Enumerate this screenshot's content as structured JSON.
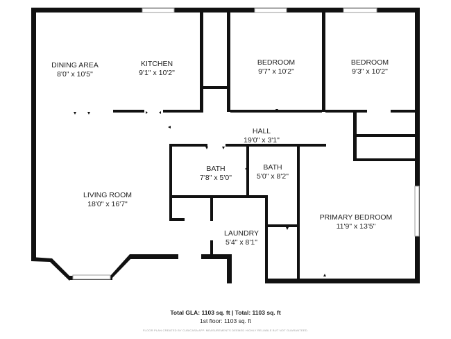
{
  "rooms": {
    "dining": {
      "name": "DINING AREA",
      "dims": "8'0\" x 10'5\""
    },
    "kitchen": {
      "name": "KITCHEN",
      "dims": "9'1\" x 10'2\""
    },
    "bedroom1": {
      "name": "BEDROOM",
      "dims": "9'7\" x 10'2\""
    },
    "bedroom2": {
      "name": "BEDROOM",
      "dims": "9'3\" x 10'2\""
    },
    "hall": {
      "name": "HALL",
      "dims": "19'0\" x 3'1\""
    },
    "bath1": {
      "name": "BATH",
      "dims": "7'8\" x 5'0\""
    },
    "bath2": {
      "name": "BATH",
      "dims": "5'0\" x 8'2\""
    },
    "living": {
      "name": "LIVING ROOM",
      "dims": "18'0\" x 16'7\""
    },
    "laundry": {
      "name": "LAUNDRY",
      "dims": "5'4\" x 8'1\""
    },
    "primary": {
      "name": "PRIMARY BEDROOM",
      "dims": "11'9\" x 13'5\""
    }
  },
  "footer": {
    "totals": "Total GLA: 1103 sq. ft | Total: 1103 sq. ft",
    "floor": "1st floor: 1103 sq. ft",
    "disclaimer": "FLOOR PLAN CREATED BY CUBICASA APP. MEASUREMENTS DEEMED HIGHLY RELIABLE BUT NOT GUARANTEED."
  },
  "colors": {
    "wall": "#111111",
    "window": "#9a9a9a",
    "background": "#ffffff"
  }
}
